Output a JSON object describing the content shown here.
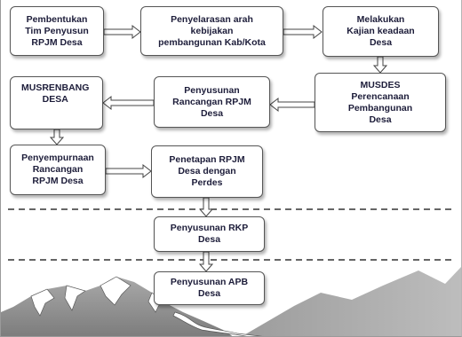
{
  "diagram": {
    "steps": [
      {
        "id": "s1",
        "label": "Pembentukan\nTim Penyusun\nRPJM Desa"
      },
      {
        "id": "s2",
        "label": "Penyelarasan arah\nkebijakan\npembangunan Kab/Kota"
      },
      {
        "id": "s3",
        "label": "Melakukan\nKajian keadaan\nDesa"
      },
      {
        "id": "s4",
        "label": "MUSDES\nPerencanaan\nPembangunan\nDesa"
      },
      {
        "id": "s5",
        "label": "Penyusunan\nRancangan RPJM\nDesa"
      },
      {
        "id": "s6",
        "label": "MUSRENBANG\nDESA"
      },
      {
        "id": "s7",
        "label": "Penyempurnaan\nRancangan\nRPJM Desa"
      },
      {
        "id": "s8",
        "label": "Penetapan RPJM\nDesa dengan\nPerdes"
      },
      {
        "id": "s9",
        "label": "Penyusunan RKP\nDesa"
      },
      {
        "id": "s10",
        "label": "Penyusunan APB\nDesa"
      }
    ],
    "flow": [
      "s1",
      "s2",
      "s3",
      "s4",
      "s5",
      "s6",
      "s7",
      "s8",
      "s9",
      "s10"
    ],
    "colors": {
      "box_border": "#555555",
      "text": "#1d1d3a",
      "arrow": "#444444",
      "divider": "#333333",
      "mountain": "#8e8e8e"
    }
  }
}
